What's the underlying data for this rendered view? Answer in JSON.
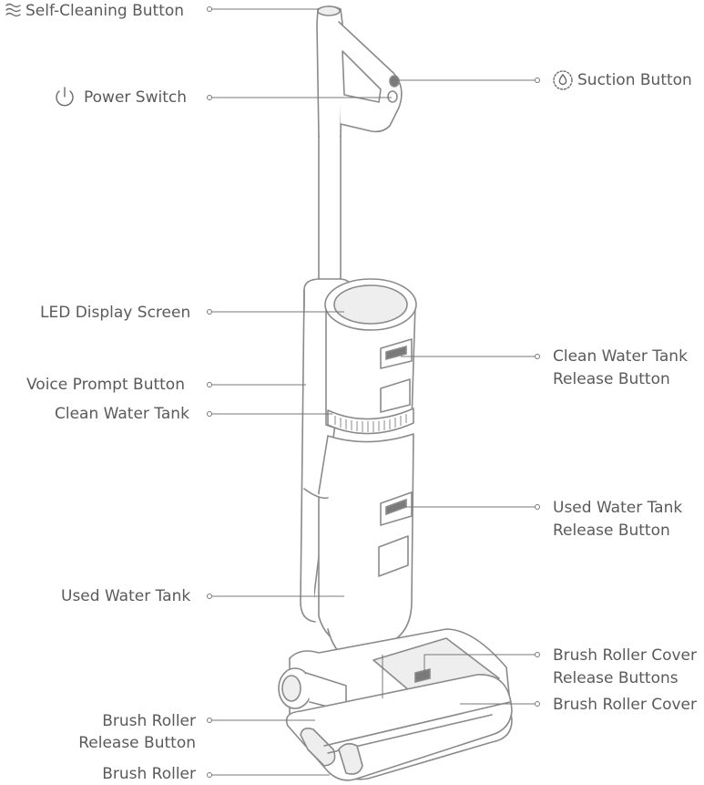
{
  "labels": {
    "self_cleaning": "Self-Cleaning Button",
    "suction": "Suction Button",
    "power": "Power Switch",
    "led": "LED Display Screen",
    "voice": "Voice Prompt Button",
    "clean_tank": "Clean Water Tank",
    "clean_release_1": "Clean Water Tank",
    "clean_release_2": "Release Button",
    "used_release_1": "Used Water Tank",
    "used_release_2": "Release Button",
    "used_tank": "Used Water Tank",
    "cover_release_1": "Brush Roller Cover",
    "cover_release_2": "Release Buttons",
    "cover": "Brush Roller Cover",
    "roller_release_1": "Brush Roller",
    "roller_release_2": "Release Button",
    "roller": "Brush Roller"
  },
  "icons": {
    "self_cleaning": "self-cleaning-icon",
    "suction": "suction-icon",
    "power": "power-icon"
  },
  "colors": {
    "text": "#5a5a5a",
    "outline": "#8a8a8a"
  }
}
